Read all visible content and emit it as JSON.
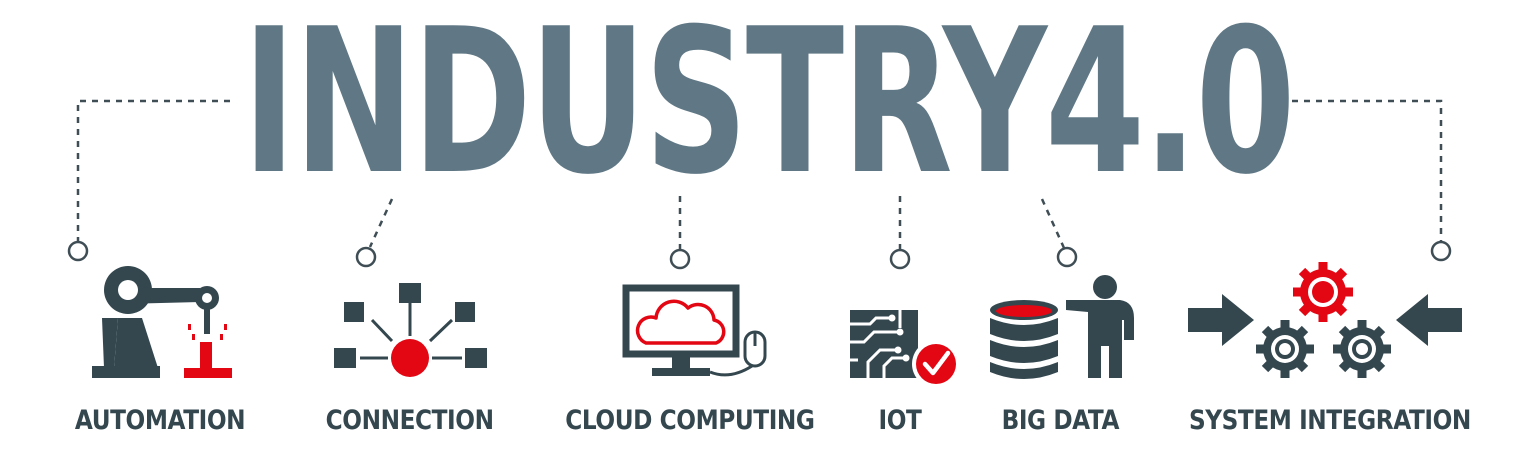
{
  "title": "INDUSTRY4.0",
  "items": [
    {
      "label": "AUTOMATION",
      "icon": "robot-arm-icon"
    },
    {
      "label": "CONNECTION",
      "icon": "network-nodes-icon"
    },
    {
      "label": "CLOUD COMPUTING",
      "icon": "cloud-monitor-icon"
    },
    {
      "label": "IOT",
      "icon": "circuit-check-icon"
    },
    {
      "label": "BIG DATA",
      "icon": "database-person-icon"
    },
    {
      "label": "SYSTEM INTEGRATION",
      "icon": "gears-arrows-icon"
    }
  ],
  "colors": {
    "title": "#607885",
    "dark": "#34474f",
    "accent": "#e30613",
    "connector": "#3f4d55"
  }
}
